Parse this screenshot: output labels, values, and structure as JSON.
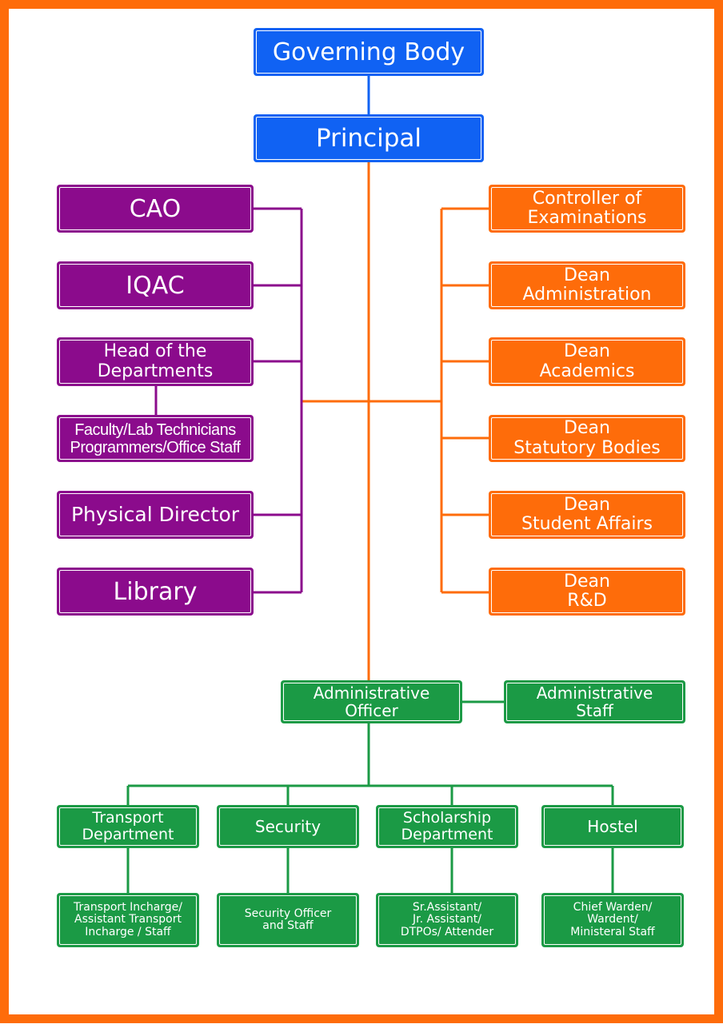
{
  "colors": {
    "frame": "#fe6c0a",
    "top_level": "#1062f3",
    "left_branch": "#8b0b8c",
    "right_branch": "#fe6c0a",
    "administration": "#1b9a45"
  },
  "chart": {
    "governing_body": "Governing Body",
    "principal": "Principal",
    "left": {
      "cao": "CAO",
      "iqac": "IQAC",
      "hod": "Head of the\nDepartments",
      "faculty": "Faculty/Lab Technicians\nProgrammers/Office Staff",
      "physical_director": "Physical Director",
      "library": "Library"
    },
    "right": {
      "coe": "Controller of\nExaminations",
      "dean_administration": "Dean\nAdministration",
      "dean_academics": "Dean\nAcademics",
      "dean_statutory": "Dean\nStatutory Bodies",
      "dean_student_affairs": "Dean\nStudent Affairs",
      "dean_rd": "Dean\nR&D"
    },
    "admin": {
      "officer": "Administrative\nOfficer",
      "staff": "Administrative\nStaff"
    },
    "departments": {
      "transport": "Transport\nDepartment",
      "security": "Security",
      "scholarship": "Scholarship\nDepartment",
      "hostel": "Hostel"
    },
    "staff": {
      "transport": "Transport Incharge/\nAssistant Transport\nIncharge / Staff",
      "security": "Security Officer\nand Staff",
      "scholarship": "Sr.Assistant/\nJr. Assistant/\nDTPOs/ Attender",
      "hostel": "Chief Warden/\nWardent/\nMinisteral Staff"
    }
  }
}
